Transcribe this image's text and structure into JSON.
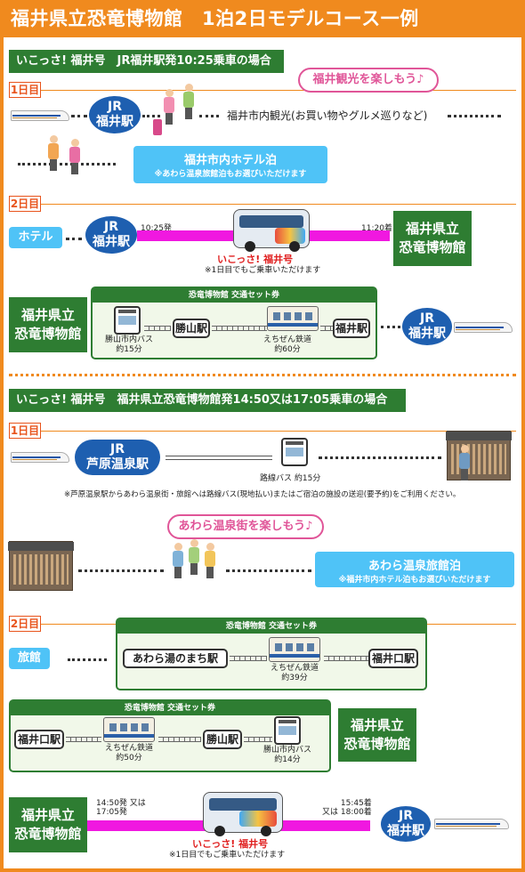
{
  "header": {
    "title": "福井県立恐竜博物館　1泊2日モデルコース一例"
  },
  "section1": {
    "banner": "いこっさ! 福井号　JR福井駅発10:25乗車の場合",
    "day1": {
      "label": "1日目",
      "start_station": [
        "JR",
        "福井駅"
      ],
      "bubble": "福井観光を楽しもう♪",
      "sightseeing": "福井市内観光(お買い物やグルメ巡りなど)",
      "hotel_main": "福井市内ホテル泊",
      "hotel_note": "※あわら温泉旅館泊もお選びいただけます"
    },
    "day2": {
      "label": "2日目",
      "start": "ホテル",
      "station": [
        "JR",
        "福井駅"
      ],
      "depart_time": "10:25発",
      "arrive_time": "11:20着",
      "bus_name": "いこっさ! 福井号",
      "bus_note": "※1日目でもご乗車いただけます",
      "dest": [
        "福井県立",
        "恐竜博物館"
      ]
    },
    "return": {
      "origin": [
        "福井県立",
        "恐竜博物館"
      ],
      "set_ticket": "恐竜博物館 交通セット券",
      "bus_caption": [
        "勝山市内バス",
        "約15分"
      ],
      "station1": "勝山駅",
      "rail_caption": [
        "えちぜん鉄道",
        "約60分"
      ],
      "station2": "福井駅",
      "end_station": [
        "JR",
        "福井駅"
      ]
    }
  },
  "section2": {
    "banner": "いこっさ! 福井号　福井県立恐竜博物館発14:50又は17:05乗車の場合",
    "day1": {
      "label": "1日目",
      "station": [
        "JR",
        "芦原温泉駅"
      ],
      "bus_caption": "路線バス 約15分",
      "note": "※芦原温泉駅からあわら温泉街・旅館へは路線バス(現地払い)またはご宿泊の施設の送迎(要予約)をご利用ください。",
      "bubble": "あわら温泉街を楽しもう♪",
      "ryokan_main": "あわら温泉旅館泊",
      "ryokan_note": "※福井市内ホテル泊もお選びいただけます"
    },
    "day2": {
      "label": "2日目",
      "start": "旅館",
      "set_ticket": "恐竜博物館 交通セット券",
      "stationA": "あわら湯のまち駅",
      "railA_caption": [
        "えちぜん鉄道",
        "約39分"
      ],
      "stationB": "福井口駅",
      "set_ticket2": "恐竜博物館 交通セット券",
      "stationC": "福井口駅",
      "railB_caption": [
        "えちぜん鉄道",
        "約50分"
      ],
      "stationD": "勝山駅",
      "busB_caption": [
        "勝山市内バス",
        "約14分"
      ],
      "dest": [
        "福井県立",
        "恐竜博物館"
      ]
    },
    "return": {
      "origin": [
        "福井県立",
        "恐竜博物館"
      ],
      "depart_times": [
        "14:50発 又は",
        "17:05発"
      ],
      "arrive_times": [
        "15:45着",
        "又は 18:00着"
      ],
      "bus_name": "いこっさ! 福井号",
      "bus_note": "※1日目でもご乗車いただけます",
      "end_station": [
        "JR",
        "福井駅"
      ]
    }
  }
}
